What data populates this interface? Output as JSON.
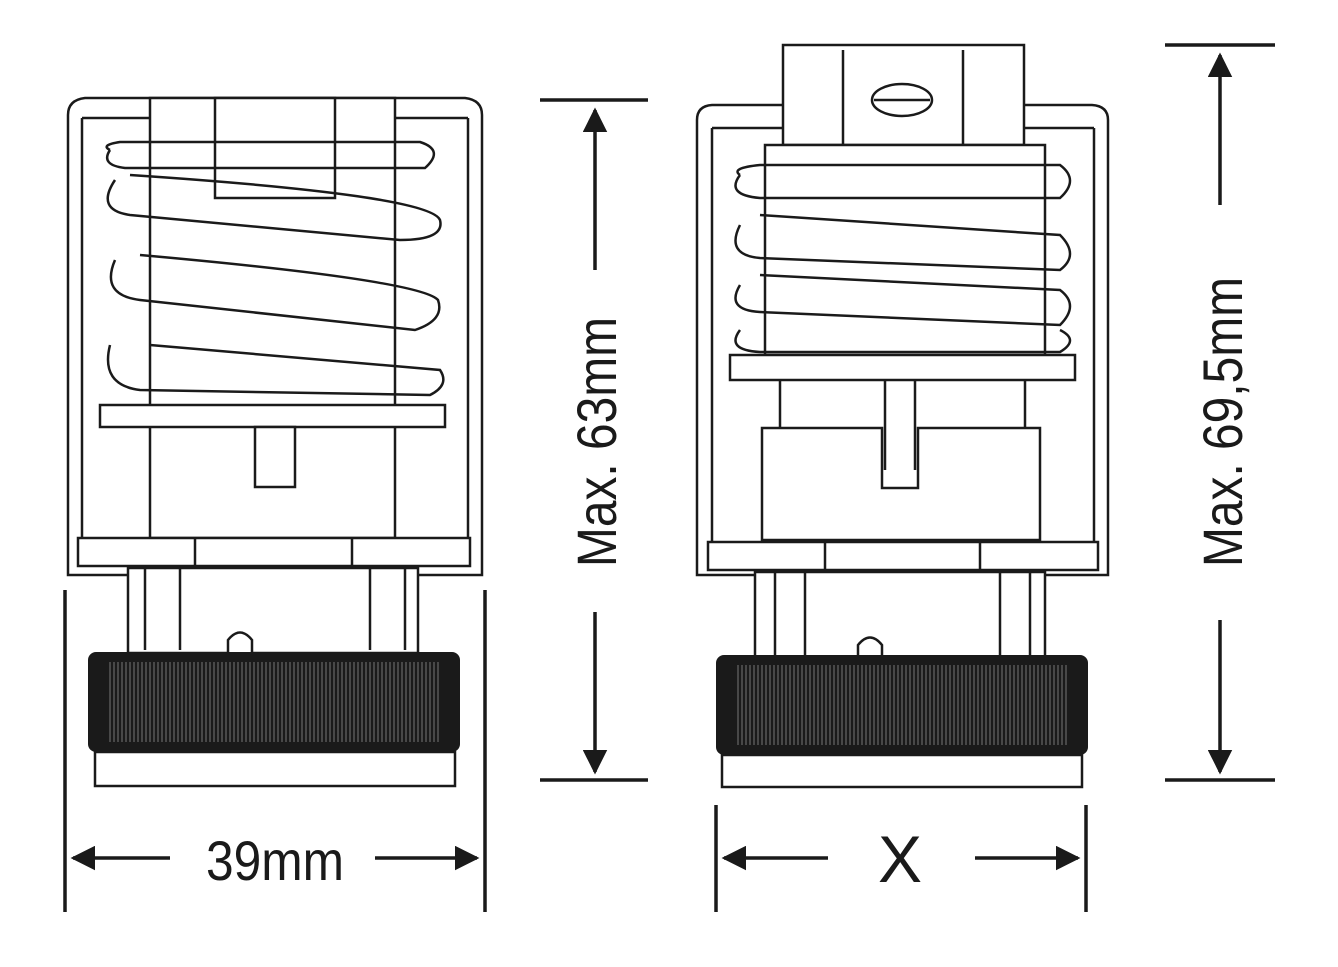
{
  "diagram": {
    "left_actuator": {
      "width_label": "39mm",
      "height_label": "Max. 63mm"
    },
    "right_actuator": {
      "width_label": "X",
      "height_label": "Max. 69,5mm"
    },
    "colors": {
      "line": "#1a1a1a",
      "background": "#ffffff"
    }
  }
}
